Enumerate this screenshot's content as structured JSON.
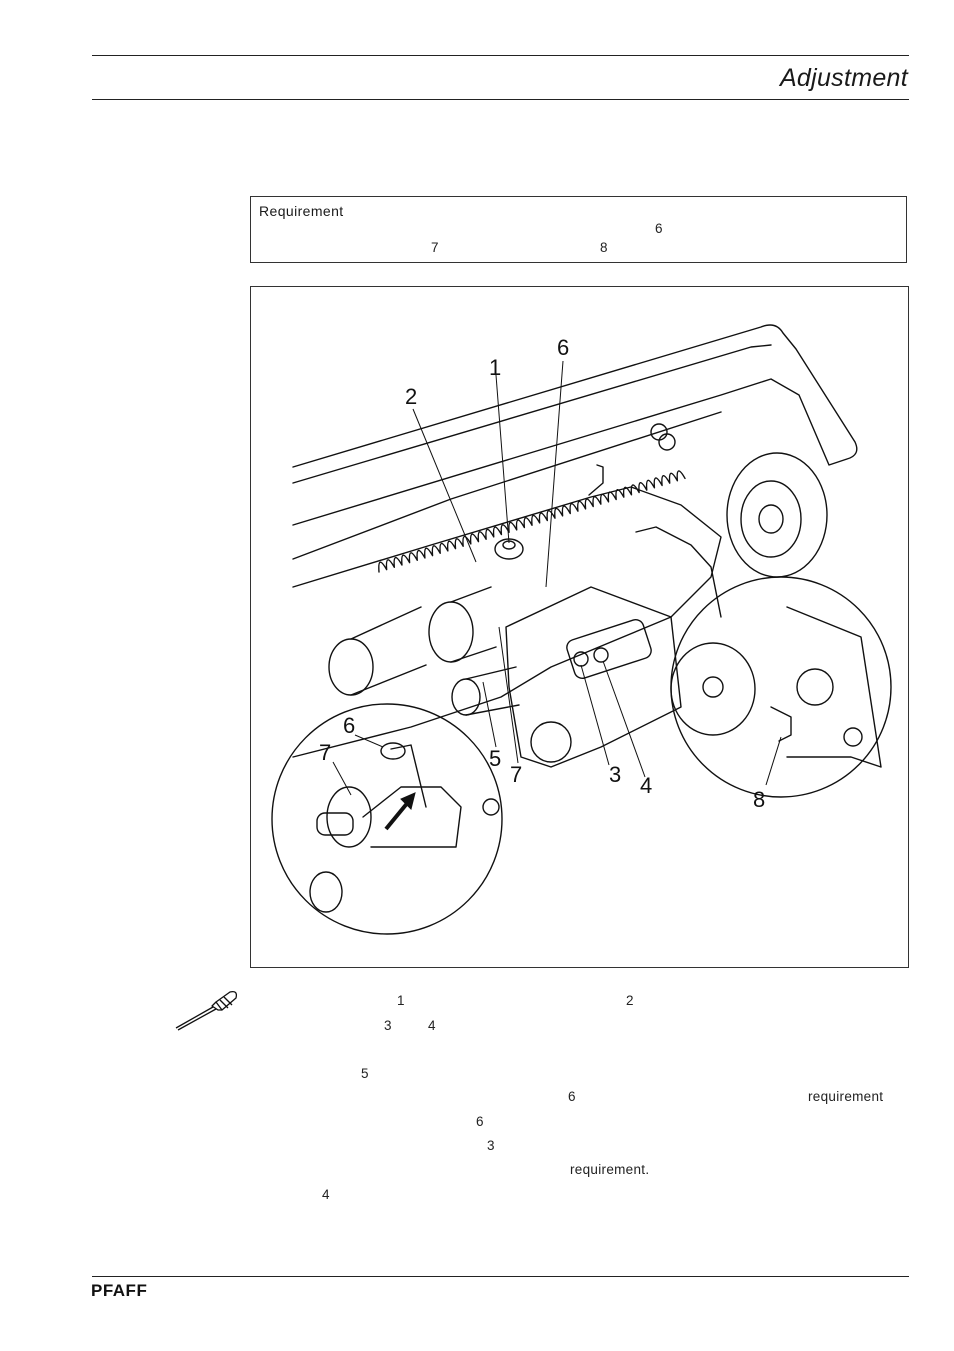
{
  "header": {
    "section_title": "Adjustment"
  },
  "requirement_box": {
    "label": "Requirement",
    "refs": [
      "6",
      "7",
      "8"
    ]
  },
  "figure": {
    "callouts": [
      "1",
      "2",
      "3",
      "4",
      "5",
      "6",
      "7",
      "6",
      "7",
      "8"
    ]
  },
  "instructions": {
    "tool_icon": "screwdriver-icon",
    "refs": [
      "1",
      "2",
      "3",
      "4",
      "5",
      "6",
      "6",
      "3",
      "4"
    ],
    "words": [
      "requirement",
      "requirement."
    ]
  },
  "footer": {
    "brand": "PFAFF"
  }
}
